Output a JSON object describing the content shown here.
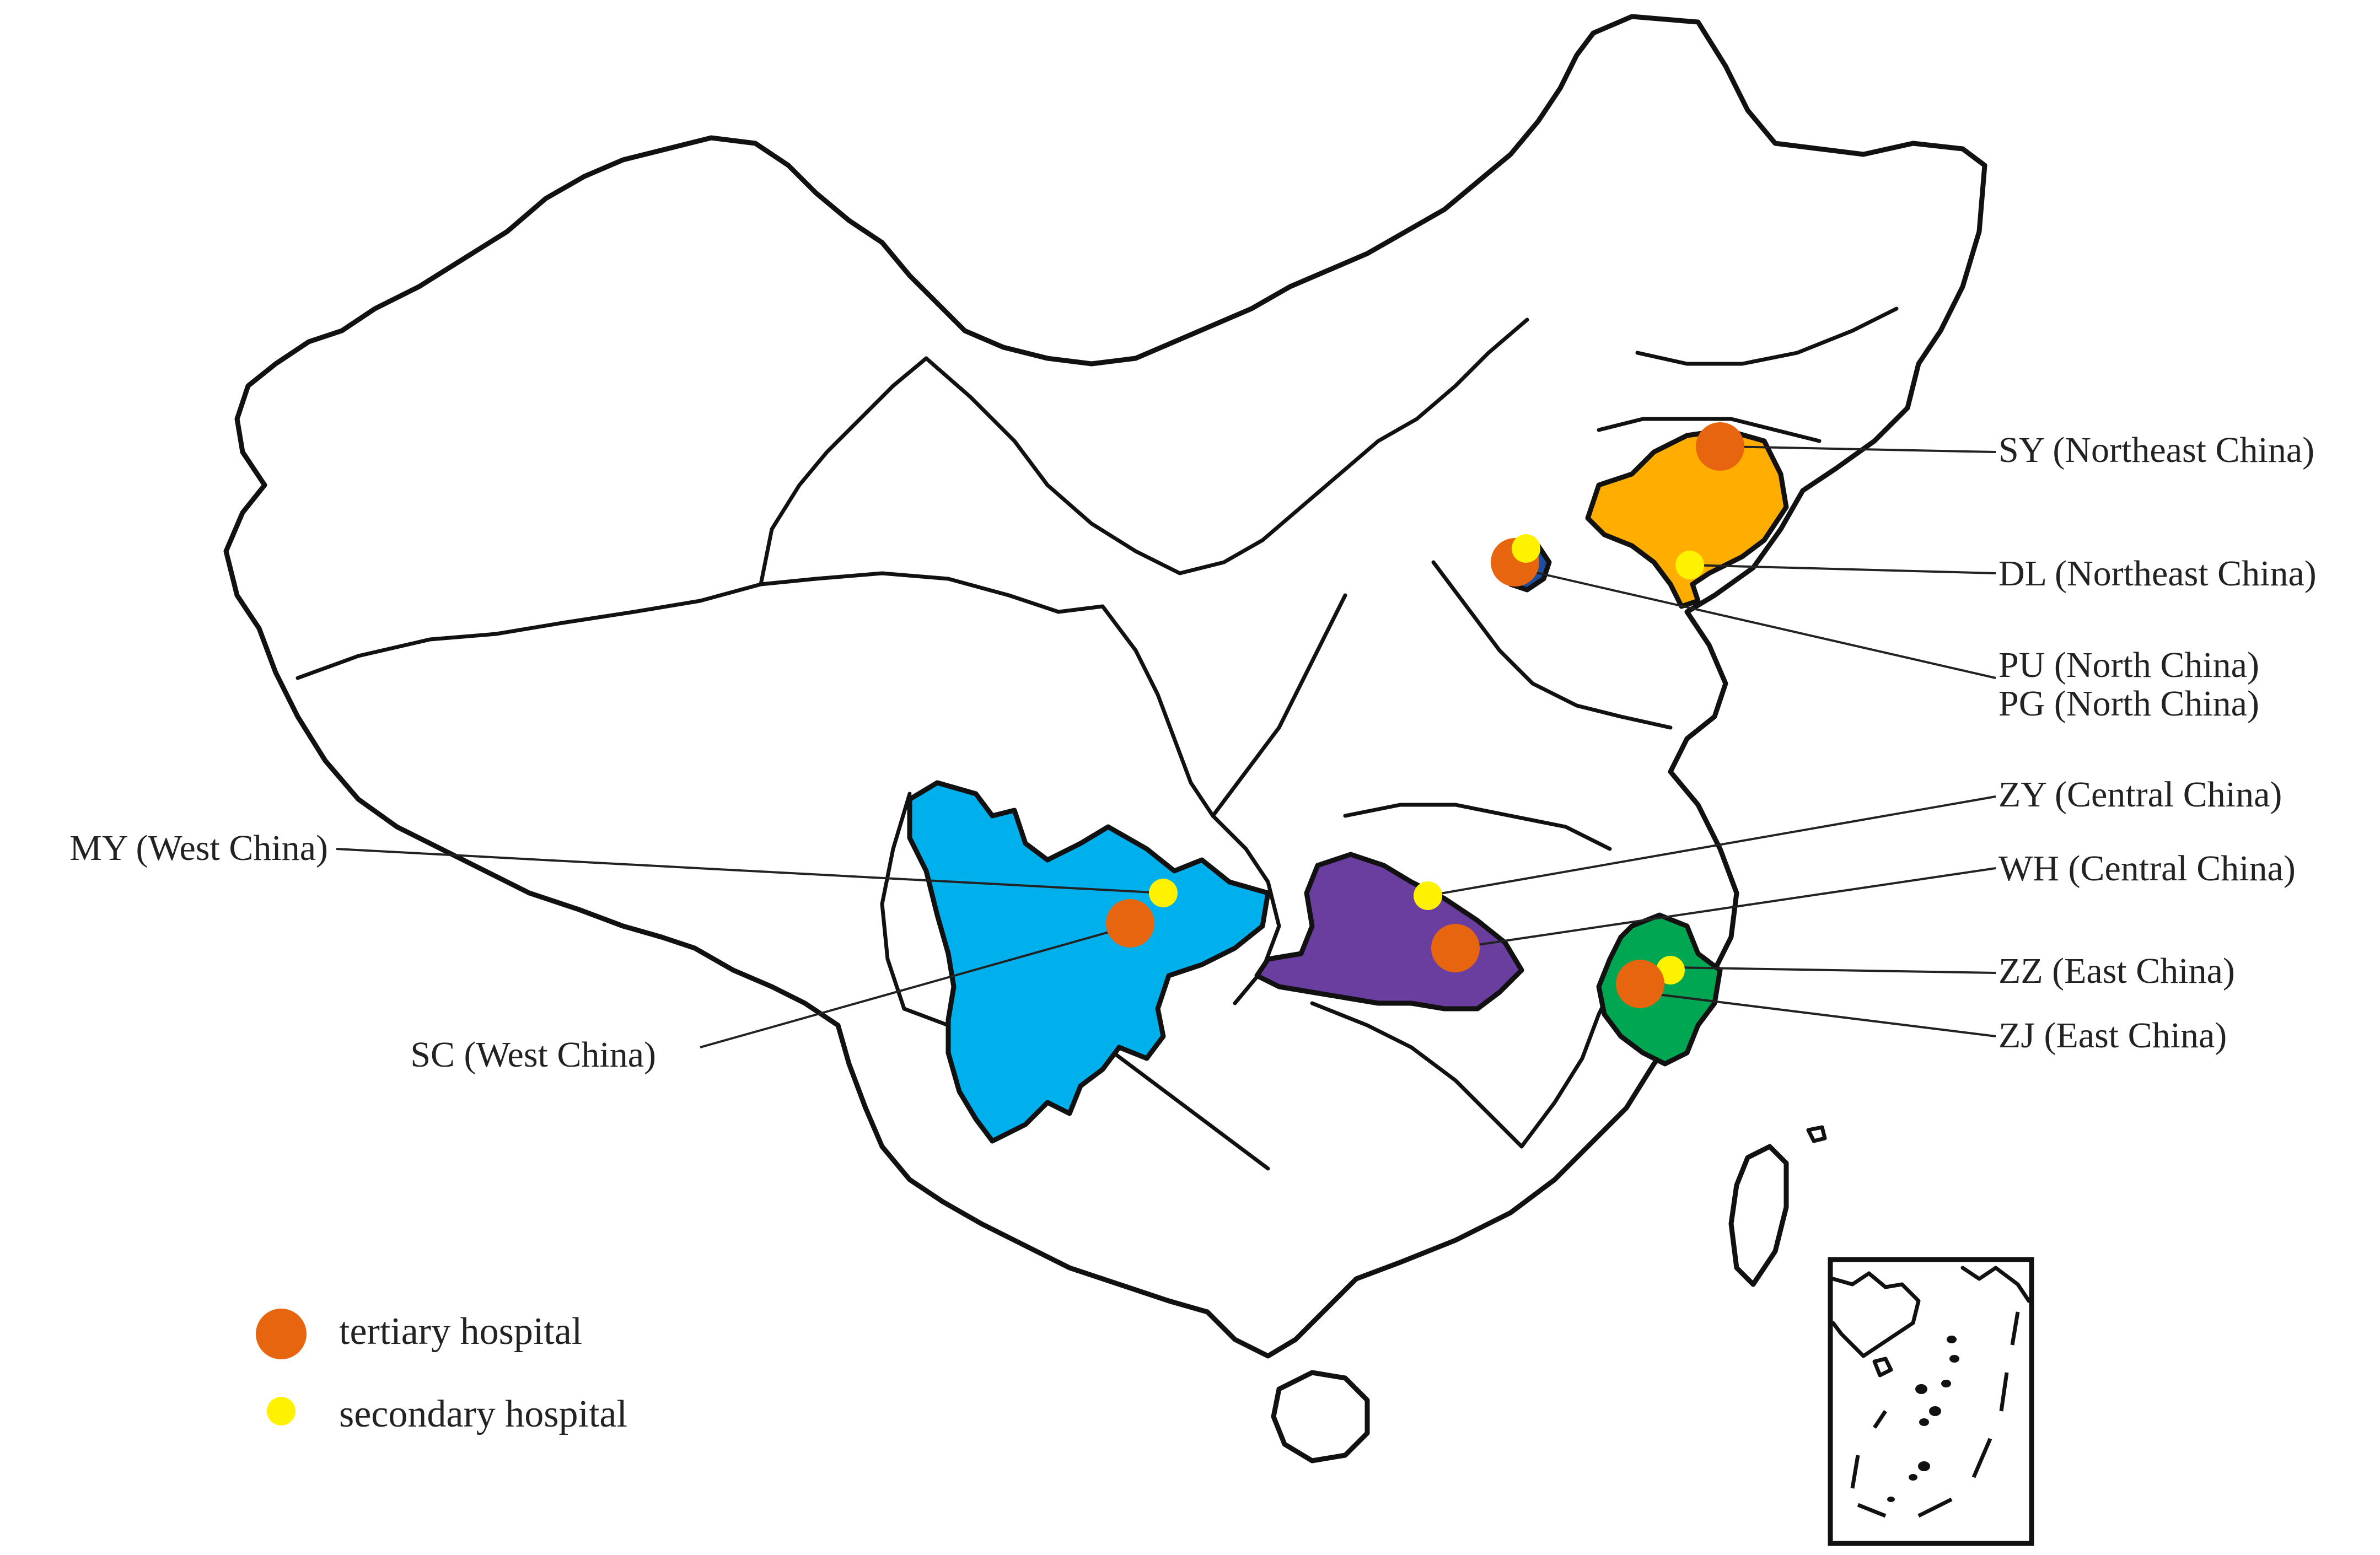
{
  "colors": {
    "tertiary": "#E8650F",
    "secondary": "#FFF200",
    "west_china_region": "#00B0EC",
    "central_china_region": "#6A3E9E",
    "east_china_region": "#00A651",
    "northeast_china_region": "#FFAD00",
    "north_china_region": "#1F4E9E"
  },
  "sites": [
    {
      "code": "SY",
      "region": "Northeast China",
      "label": "SY (Northeast China)",
      "hospital_level": "tertiary"
    },
    {
      "code": "DL",
      "region": "Northeast China",
      "label": "DL (Northeast China)",
      "hospital_level": "secondary"
    },
    {
      "code": "PU",
      "region": "North China",
      "label": "PU (North China)",
      "hospital_level": "tertiary"
    },
    {
      "code": "PG",
      "region": "North China",
      "label": "PG (North China)",
      "hospital_level": "secondary"
    },
    {
      "code": "ZY",
      "region": "Central China",
      "label": "ZY (Central China)",
      "hospital_level": "secondary"
    },
    {
      "code": "WH",
      "region": "Central China",
      "label": "WH (Central China)",
      "hospital_level": "tertiary"
    },
    {
      "code": "ZZ",
      "region": "East China",
      "label": "ZZ (East China)",
      "hospital_level": "secondary"
    },
    {
      "code": "ZJ",
      "region": "East China",
      "label": "ZJ (East China)",
      "hospital_level": "tertiary"
    },
    {
      "code": "MY",
      "region": "West China",
      "label": "MY (West China)",
      "hospital_level": "secondary"
    },
    {
      "code": "SC",
      "region": "West China",
      "label": "SC (West China)",
      "hospital_level": "tertiary"
    }
  ],
  "legend": {
    "tertiary_label": "tertiary hospital",
    "secondary_label": "secondary hospital"
  }
}
